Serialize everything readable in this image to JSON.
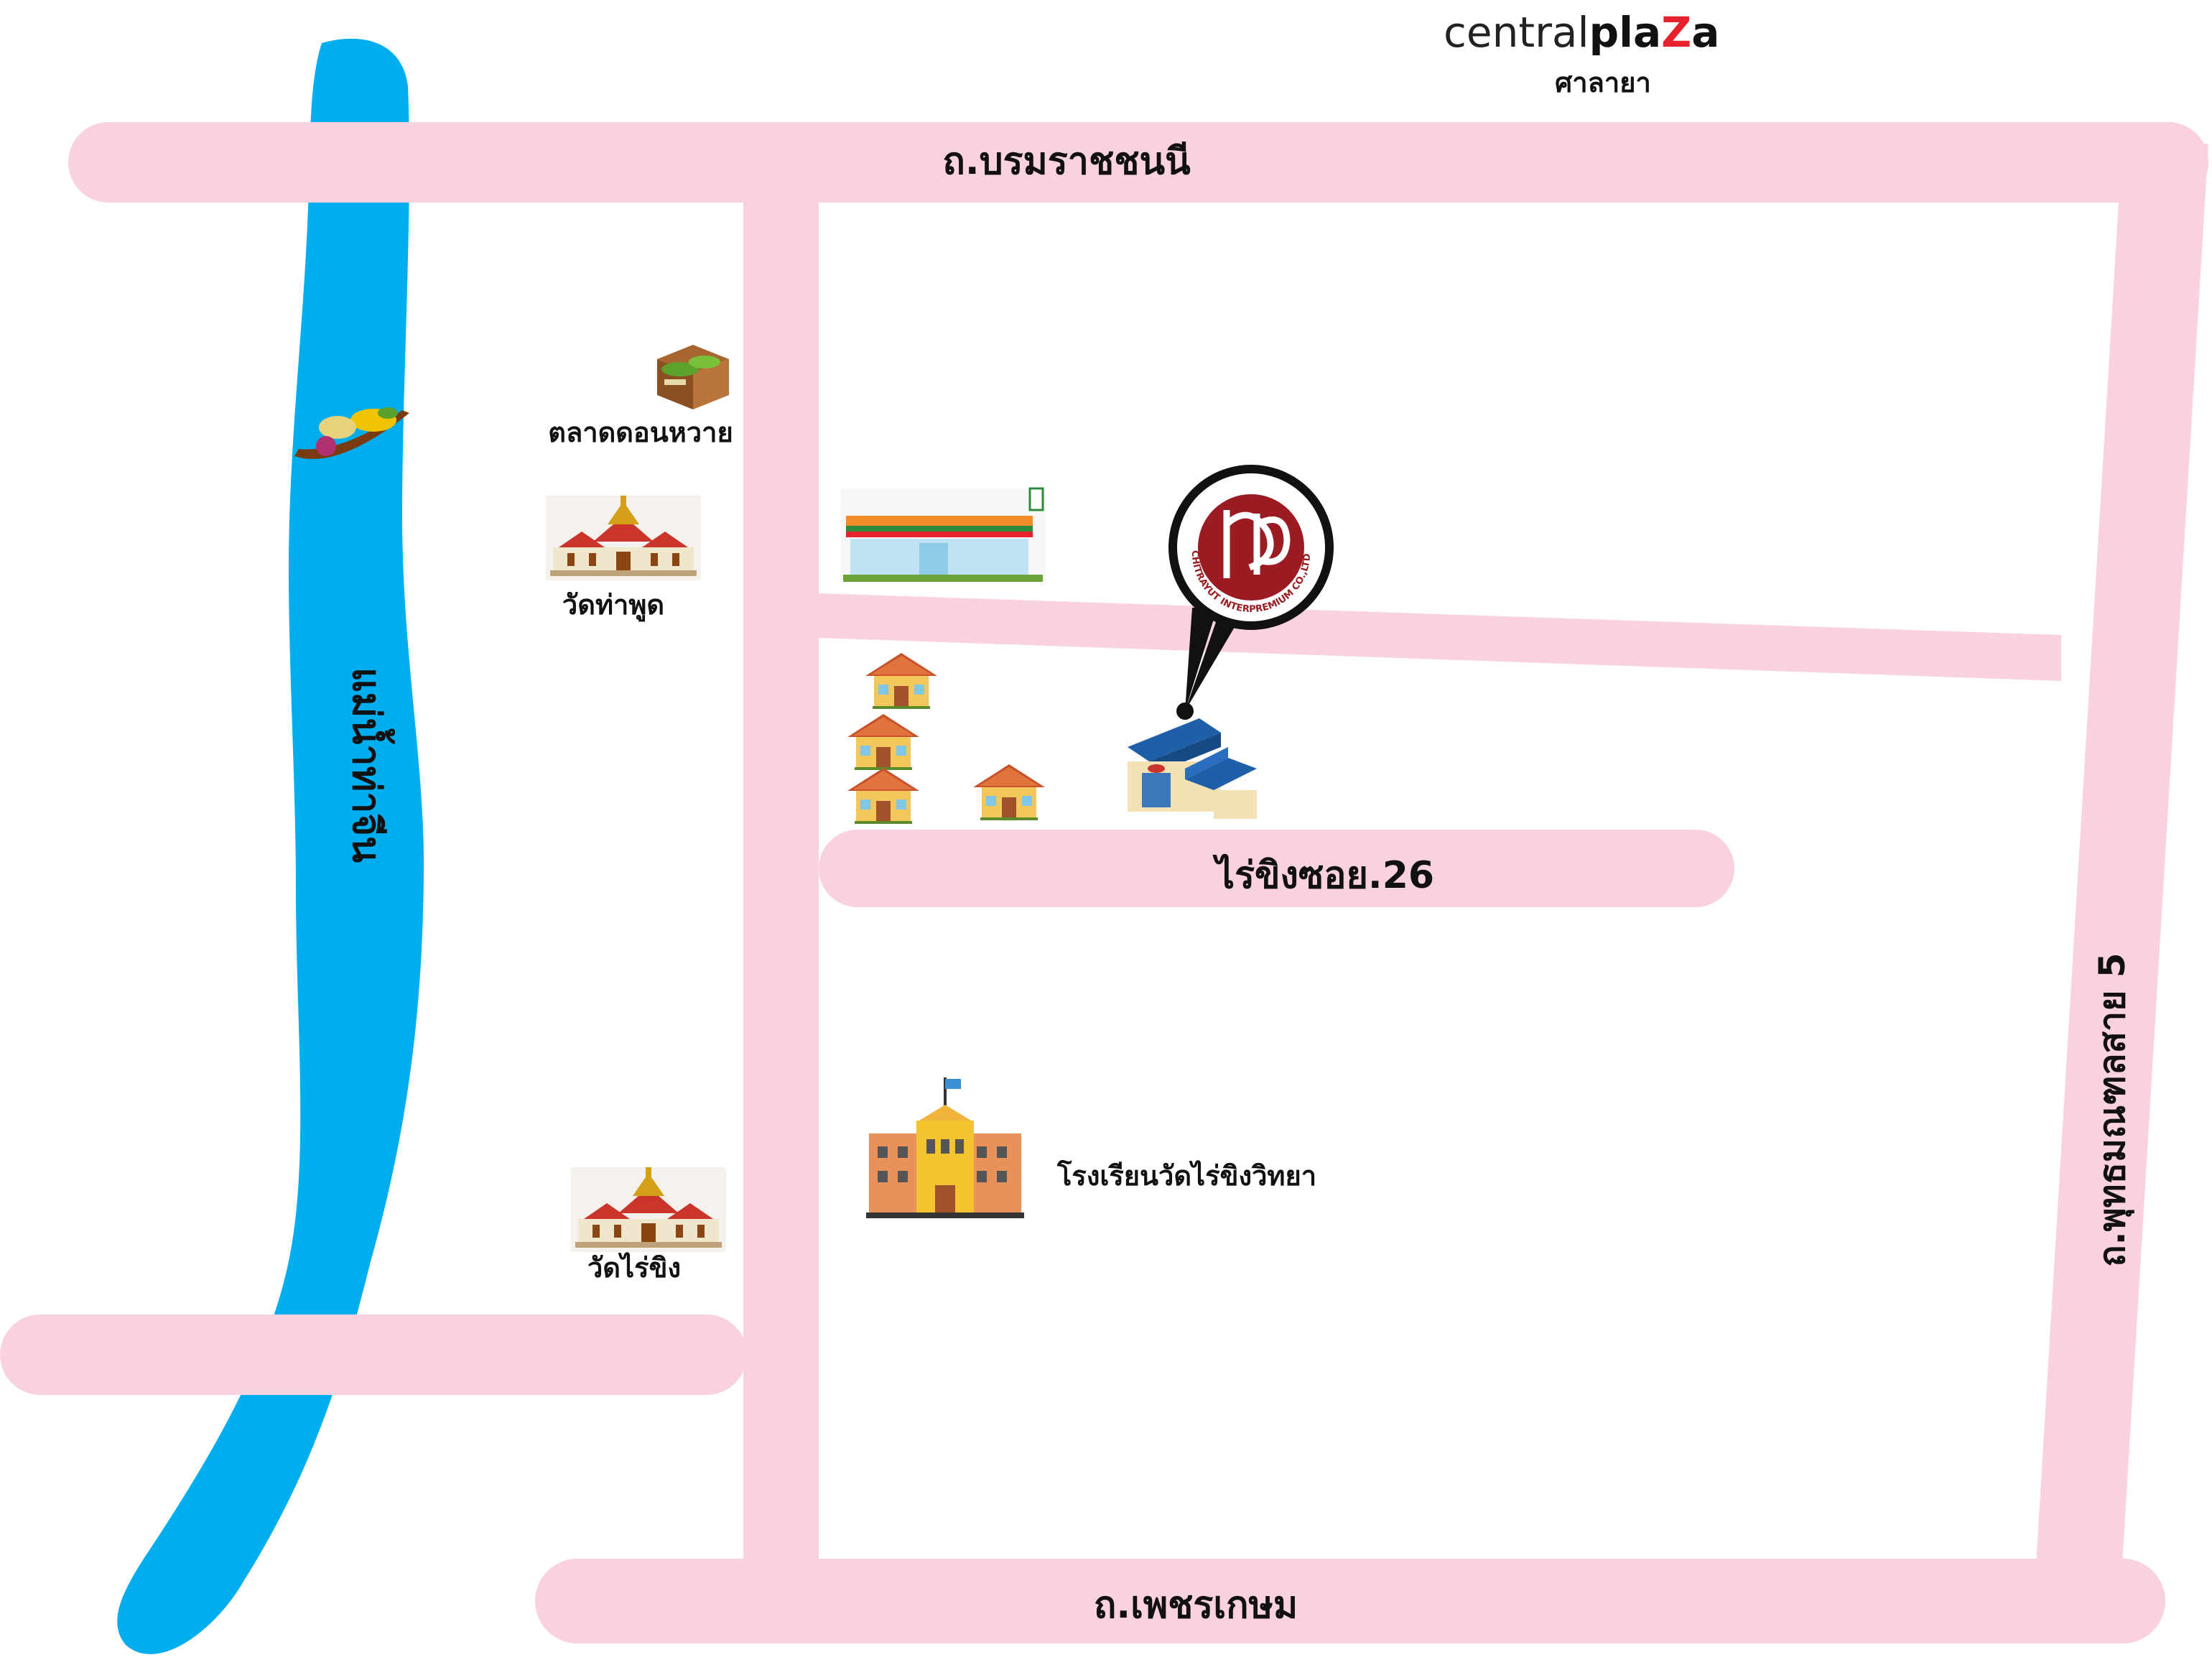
{
  "brand": {
    "name_light": "central",
    "name_bold_1": "pla",
    "name_z": "Z",
    "name_bold_2": "a",
    "branch": "ศาลายา",
    "accent_color": "#e8222d"
  },
  "roads": {
    "top": "ถ.บรมราชชนนี",
    "soi": "ไร่ขิงซอย.26",
    "bottom": "ถ.เพชรเกษม",
    "right": "ถ.พุทธมณฑลสาย 5",
    "color": "#f9d2dd"
  },
  "river": {
    "name": "แม่น้ำท่าจีน",
    "color": "#00aeef"
  },
  "landmarks": {
    "market": "ตลาดดอนหวาย",
    "temple_1": "วัดท่าพูด",
    "temple_2": "วัดไร่ขิง",
    "school": "โรงเรียนวัดไร่ขิงวิทยา"
  },
  "marker": {
    "company": "CHITRAYUT INTERPREMIUM CO.,LTD.",
    "icon": "company-logo-marker",
    "color": "#9b1b22"
  },
  "icons": {
    "boat": "floating-market-boat-icon",
    "market": "market-stall-icon",
    "temple": "thai-temple-icon",
    "store": "seven-eleven-store-icon",
    "house": "house-icon",
    "factory": "factory-icon",
    "school": "school-building-icon"
  }
}
